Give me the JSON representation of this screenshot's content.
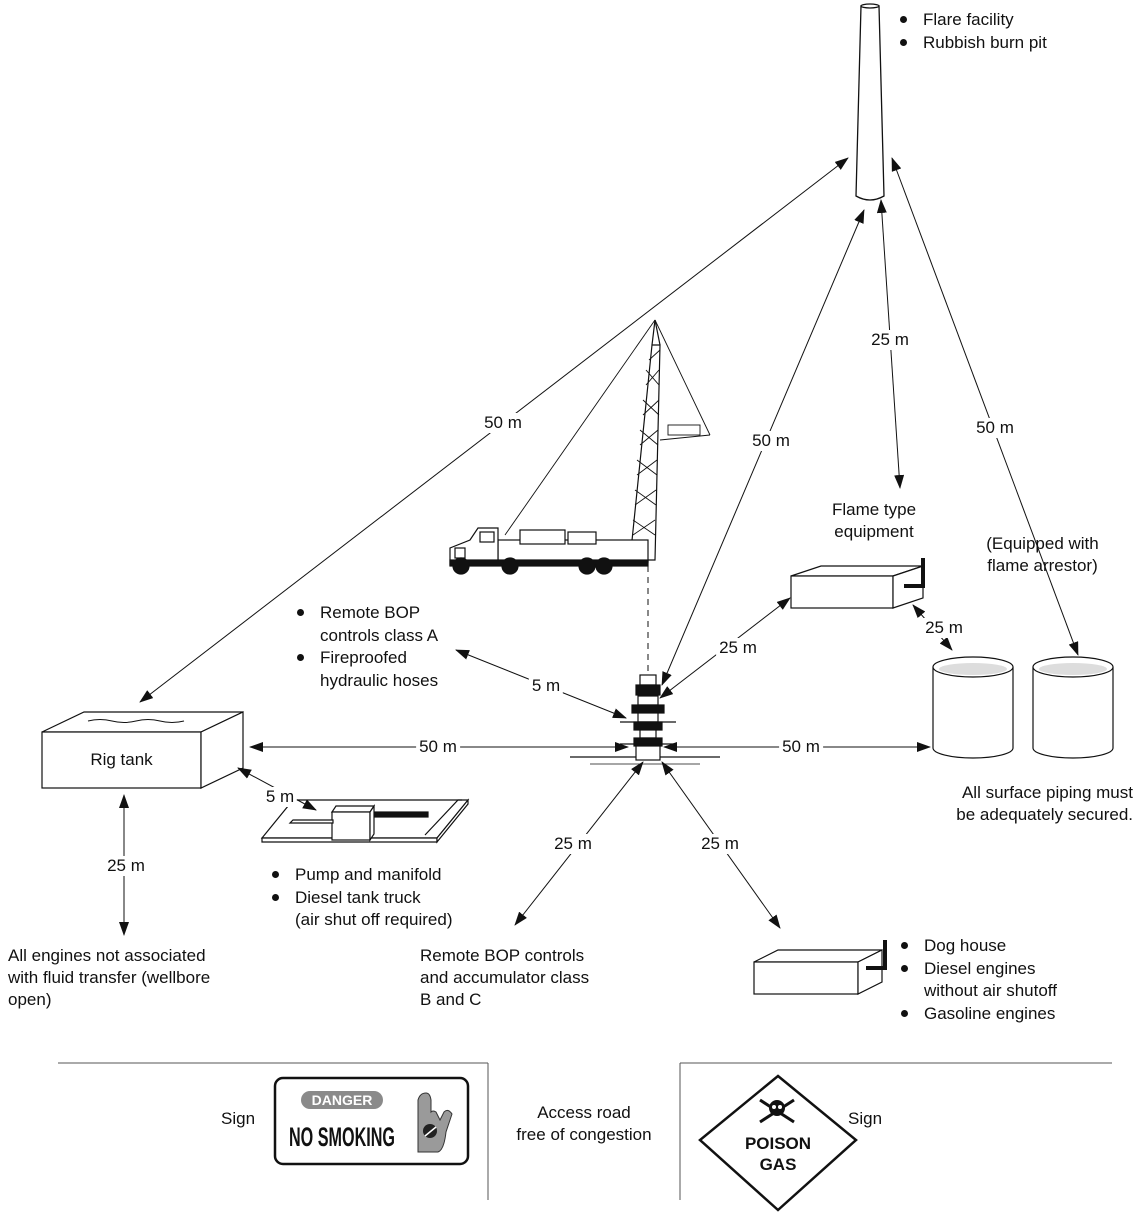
{
  "flare": {
    "items": [
      "Flare facility",
      "Rubbish burn pit"
    ]
  },
  "distances": {
    "rig_tank_to_flare": "50 m",
    "wellhead_to_flare": "50 m",
    "flame_equipment_to_flare": "25 m",
    "storage_tank_to_flare": "50 m",
    "wellhead_to_remote_bop_a": "5 m",
    "wellhead_to_flame_equipment": "25 m",
    "flame_equipment_to_tank": "25 m",
    "wellhead_to_rig_tank": "50 m",
    "wellhead_to_storage_tanks": "50 m",
    "rig_tank_to_pump": "5 m",
    "rig_tank_to_engines": "25 m",
    "wellhead_to_remote_bop_bc": "25 m",
    "wellhead_to_dog_house": "25 m"
  },
  "labels": {
    "flame_type_equipment": [
      "Flame type",
      "equipment"
    ],
    "equipped_flame_arrestor": [
      "(Equipped with",
      "flame arrestor)"
    ],
    "rig_tank": "Rig tank",
    "surface_piping": [
      "All surface piping must",
      "be adequately secured."
    ],
    "engines_not_associated": [
      "All engines not associated",
      "with fluid transfer (wellbore",
      "open)"
    ],
    "remote_bop_bc": [
      "Remote BOP controls",
      "and accumulator class",
      "B and C"
    ],
    "access_road": [
      "Access road",
      "free of congestion"
    ],
    "sign_left": "Sign",
    "sign_right": "Sign"
  },
  "remote_bop_a": {
    "items": [
      [
        "Remote BOP",
        "controls class A"
      ],
      [
        "Fireproofed",
        "hydraulic hoses"
      ]
    ]
  },
  "pump_list": {
    "items": [
      [
        "Pump and manifold"
      ],
      [
        "Diesel tank truck",
        "(air shut off required)"
      ]
    ]
  },
  "dog_house_list": {
    "items": [
      [
        "Dog house"
      ],
      [
        "Diesel engines",
        "without air shutoff"
      ],
      [
        "Gasoline engines"
      ]
    ]
  },
  "no_smoking_sign": {
    "header": "DANGER",
    "text": "NO SMOKING"
  },
  "poison_gas_sign": {
    "line1": "POISON",
    "line2": "GAS"
  }
}
